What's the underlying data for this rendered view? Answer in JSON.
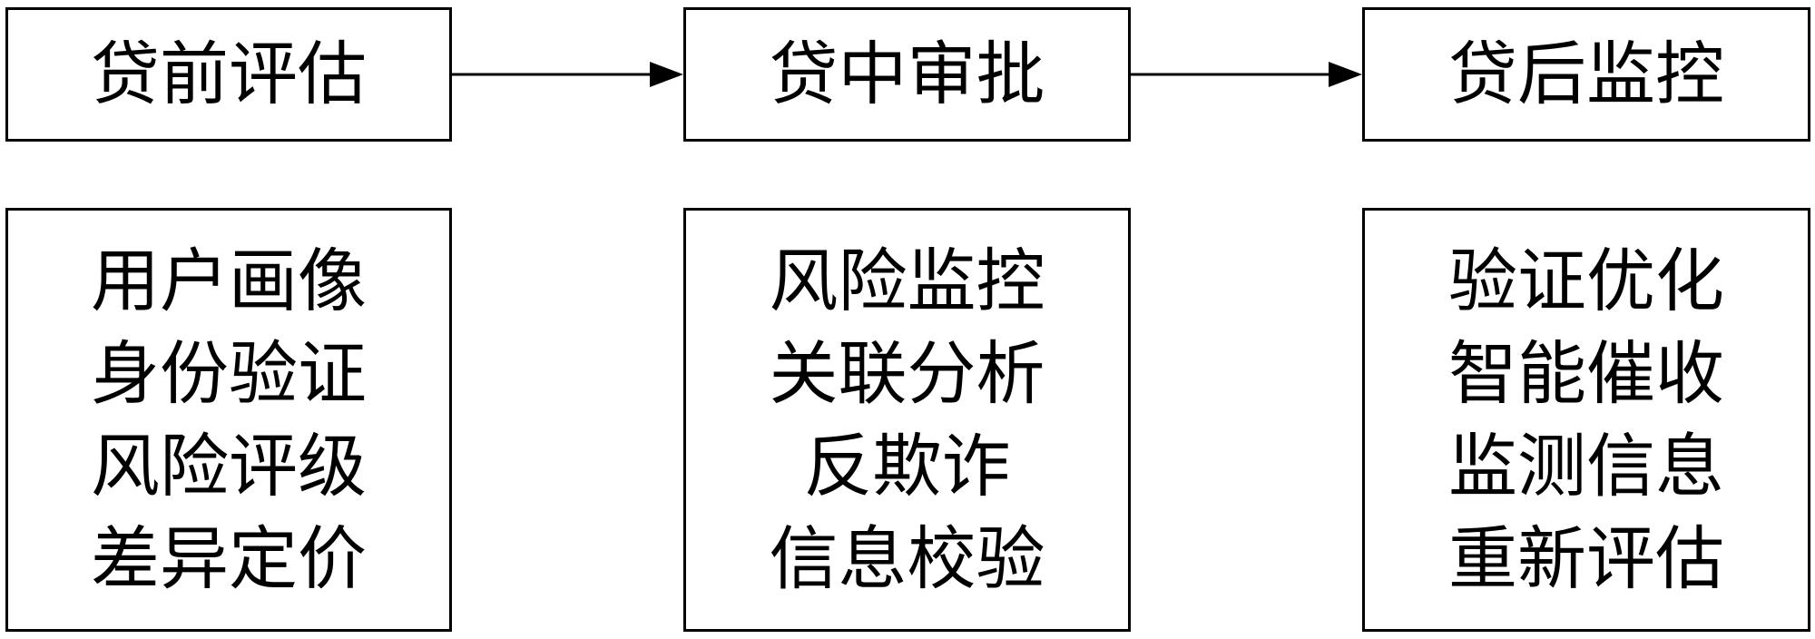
{
  "stages": [
    {
      "label": "贷前评估",
      "items": [
        "用户画像",
        "身份验证",
        "风险评级",
        "差异定价"
      ]
    },
    {
      "label": "贷中审批",
      "items": [
        "风险监控",
        "关联分析",
        "反欺诈",
        "信息校验"
      ]
    },
    {
      "label": "贷后监控",
      "items": [
        "验证优化",
        "智能催收",
        "监测信息",
        "重新评估"
      ]
    }
  ]
}
